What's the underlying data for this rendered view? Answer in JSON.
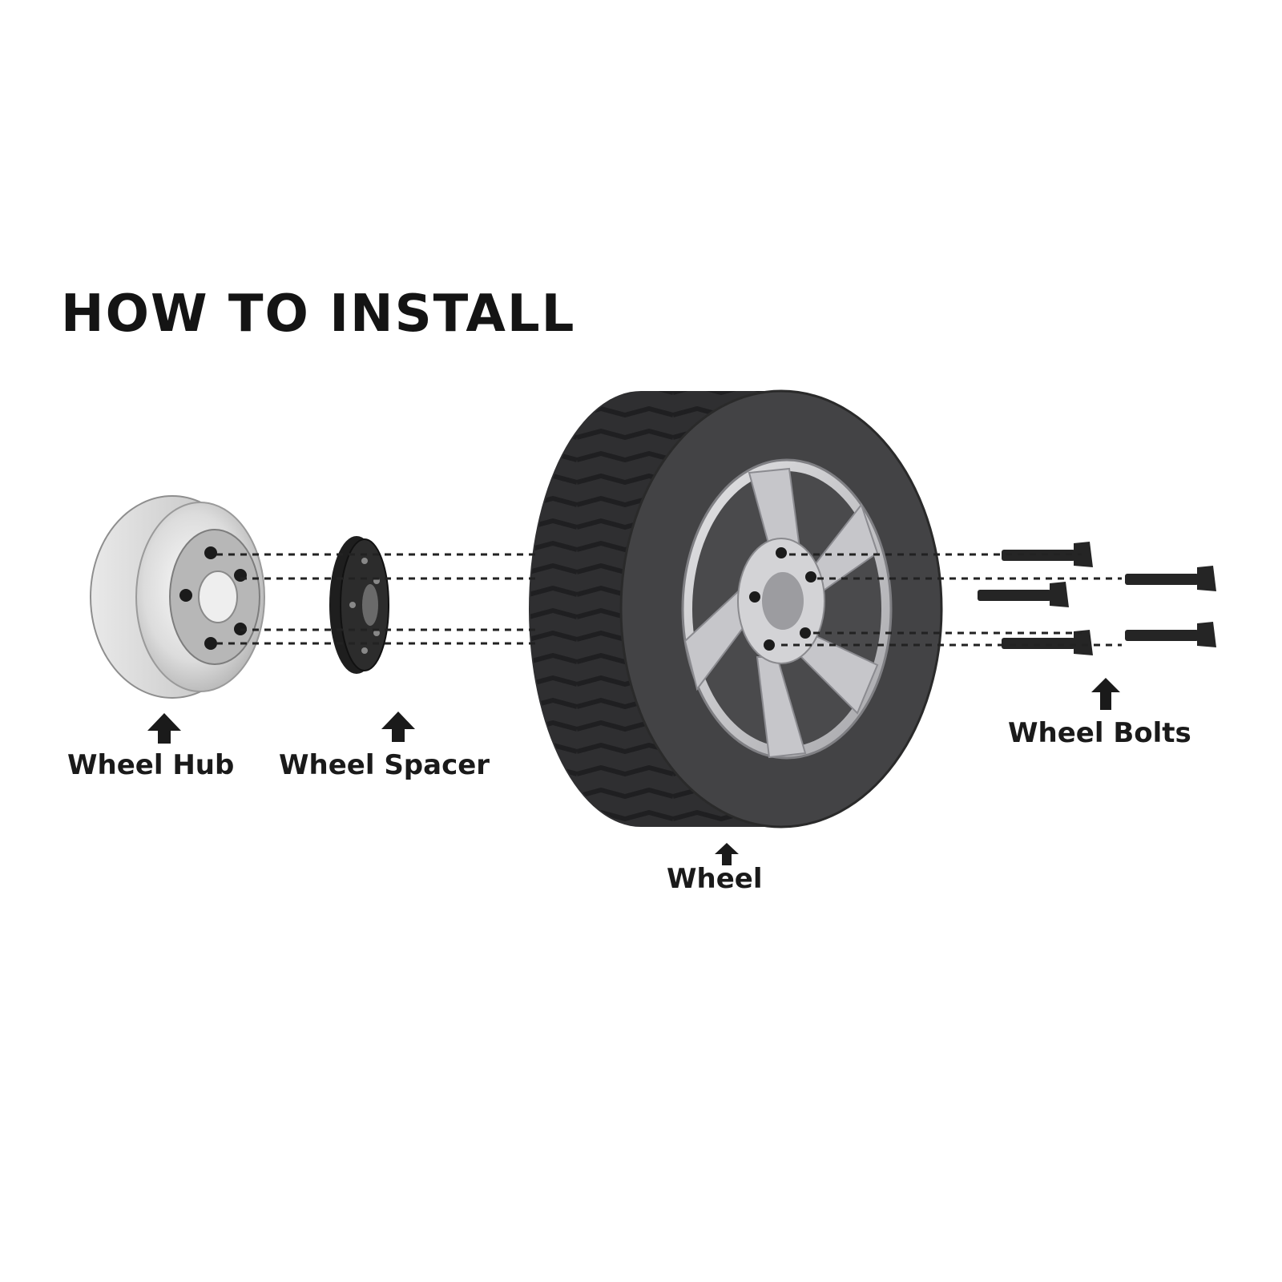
{
  "title": "HOW TO INSTALL",
  "labels": {
    "wheel_hub": "Wheel Hub",
    "wheel_spacer": "Wheel Spacer",
    "wheel": "Wheel",
    "wheel_bolts": "Wheel Bolts"
  },
  "icons": {
    "arrow": "arrow-up-icon"
  },
  "colors": {
    "text": "#1a1a1a",
    "tire": "#3a3a3c",
    "tire_face": "#434345",
    "rim": "#c8c8ca",
    "hub": "#d6d6d6",
    "hardware": "#2a2a2a"
  }
}
